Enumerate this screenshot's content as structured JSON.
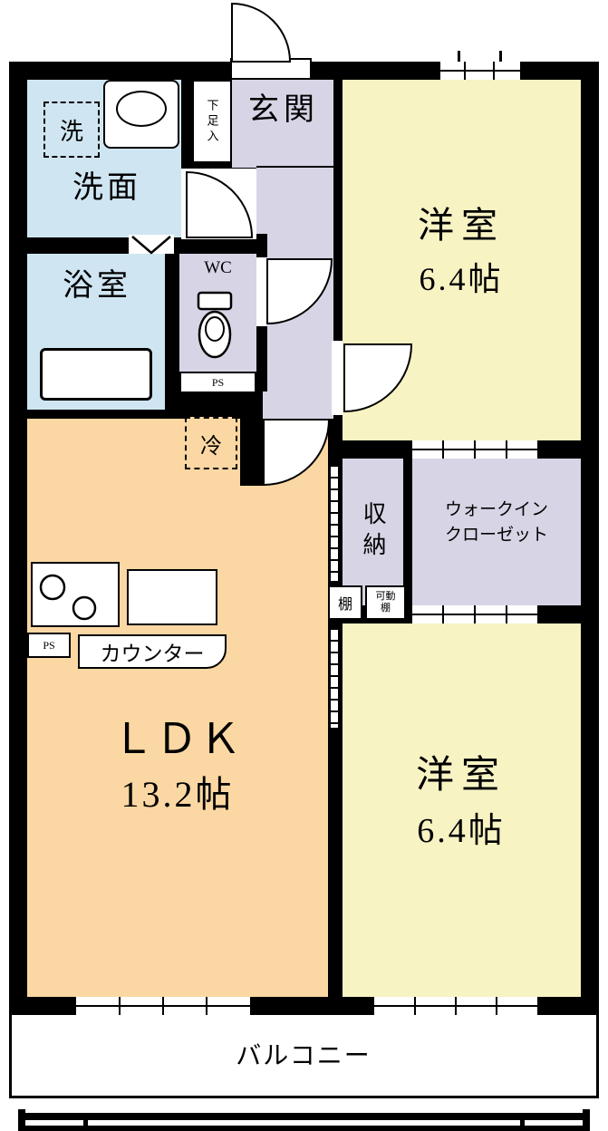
{
  "floor_plan": {
    "rooms": {
      "genkan": {
        "label": "玄関"
      },
      "shoe_cabinet": {
        "label": "下足入"
      },
      "washroom": {
        "label": "洗面",
        "washer_label": "洗"
      },
      "bath": {
        "label": "浴室"
      },
      "wc": {
        "label": "WC",
        "ps_label": "PS"
      },
      "refrigerator_space": {
        "label": "冷"
      },
      "bedroom_top": {
        "label": "洋室",
        "size": "6.4帖"
      },
      "storage": {
        "label": "収納"
      },
      "walk_in_closet": {
        "line1": "ウォークイン",
        "line2": "クローゼット"
      },
      "shelf": {
        "label": "棚"
      },
      "movable_shelf": {
        "line1": "可動",
        "line2": "棚"
      },
      "ldk": {
        "label": "ＬＤＫ",
        "size": "13.2帖"
      },
      "kitchen": {
        "counter_label": "カウンター",
        "ps_label": "PS"
      },
      "bedroom_bottom": {
        "label": "洋室",
        "size": "6.4帖"
      },
      "balcony": {
        "label": "バルコニー"
      }
    },
    "colors": {
      "wall": "#000000",
      "ldk": "#fbd7a3",
      "bedroom": "#f8f3c3",
      "wet_area": "#cfe6f2",
      "hall_and_closet": "#d7d4e5",
      "background": "#ffffff"
    }
  }
}
